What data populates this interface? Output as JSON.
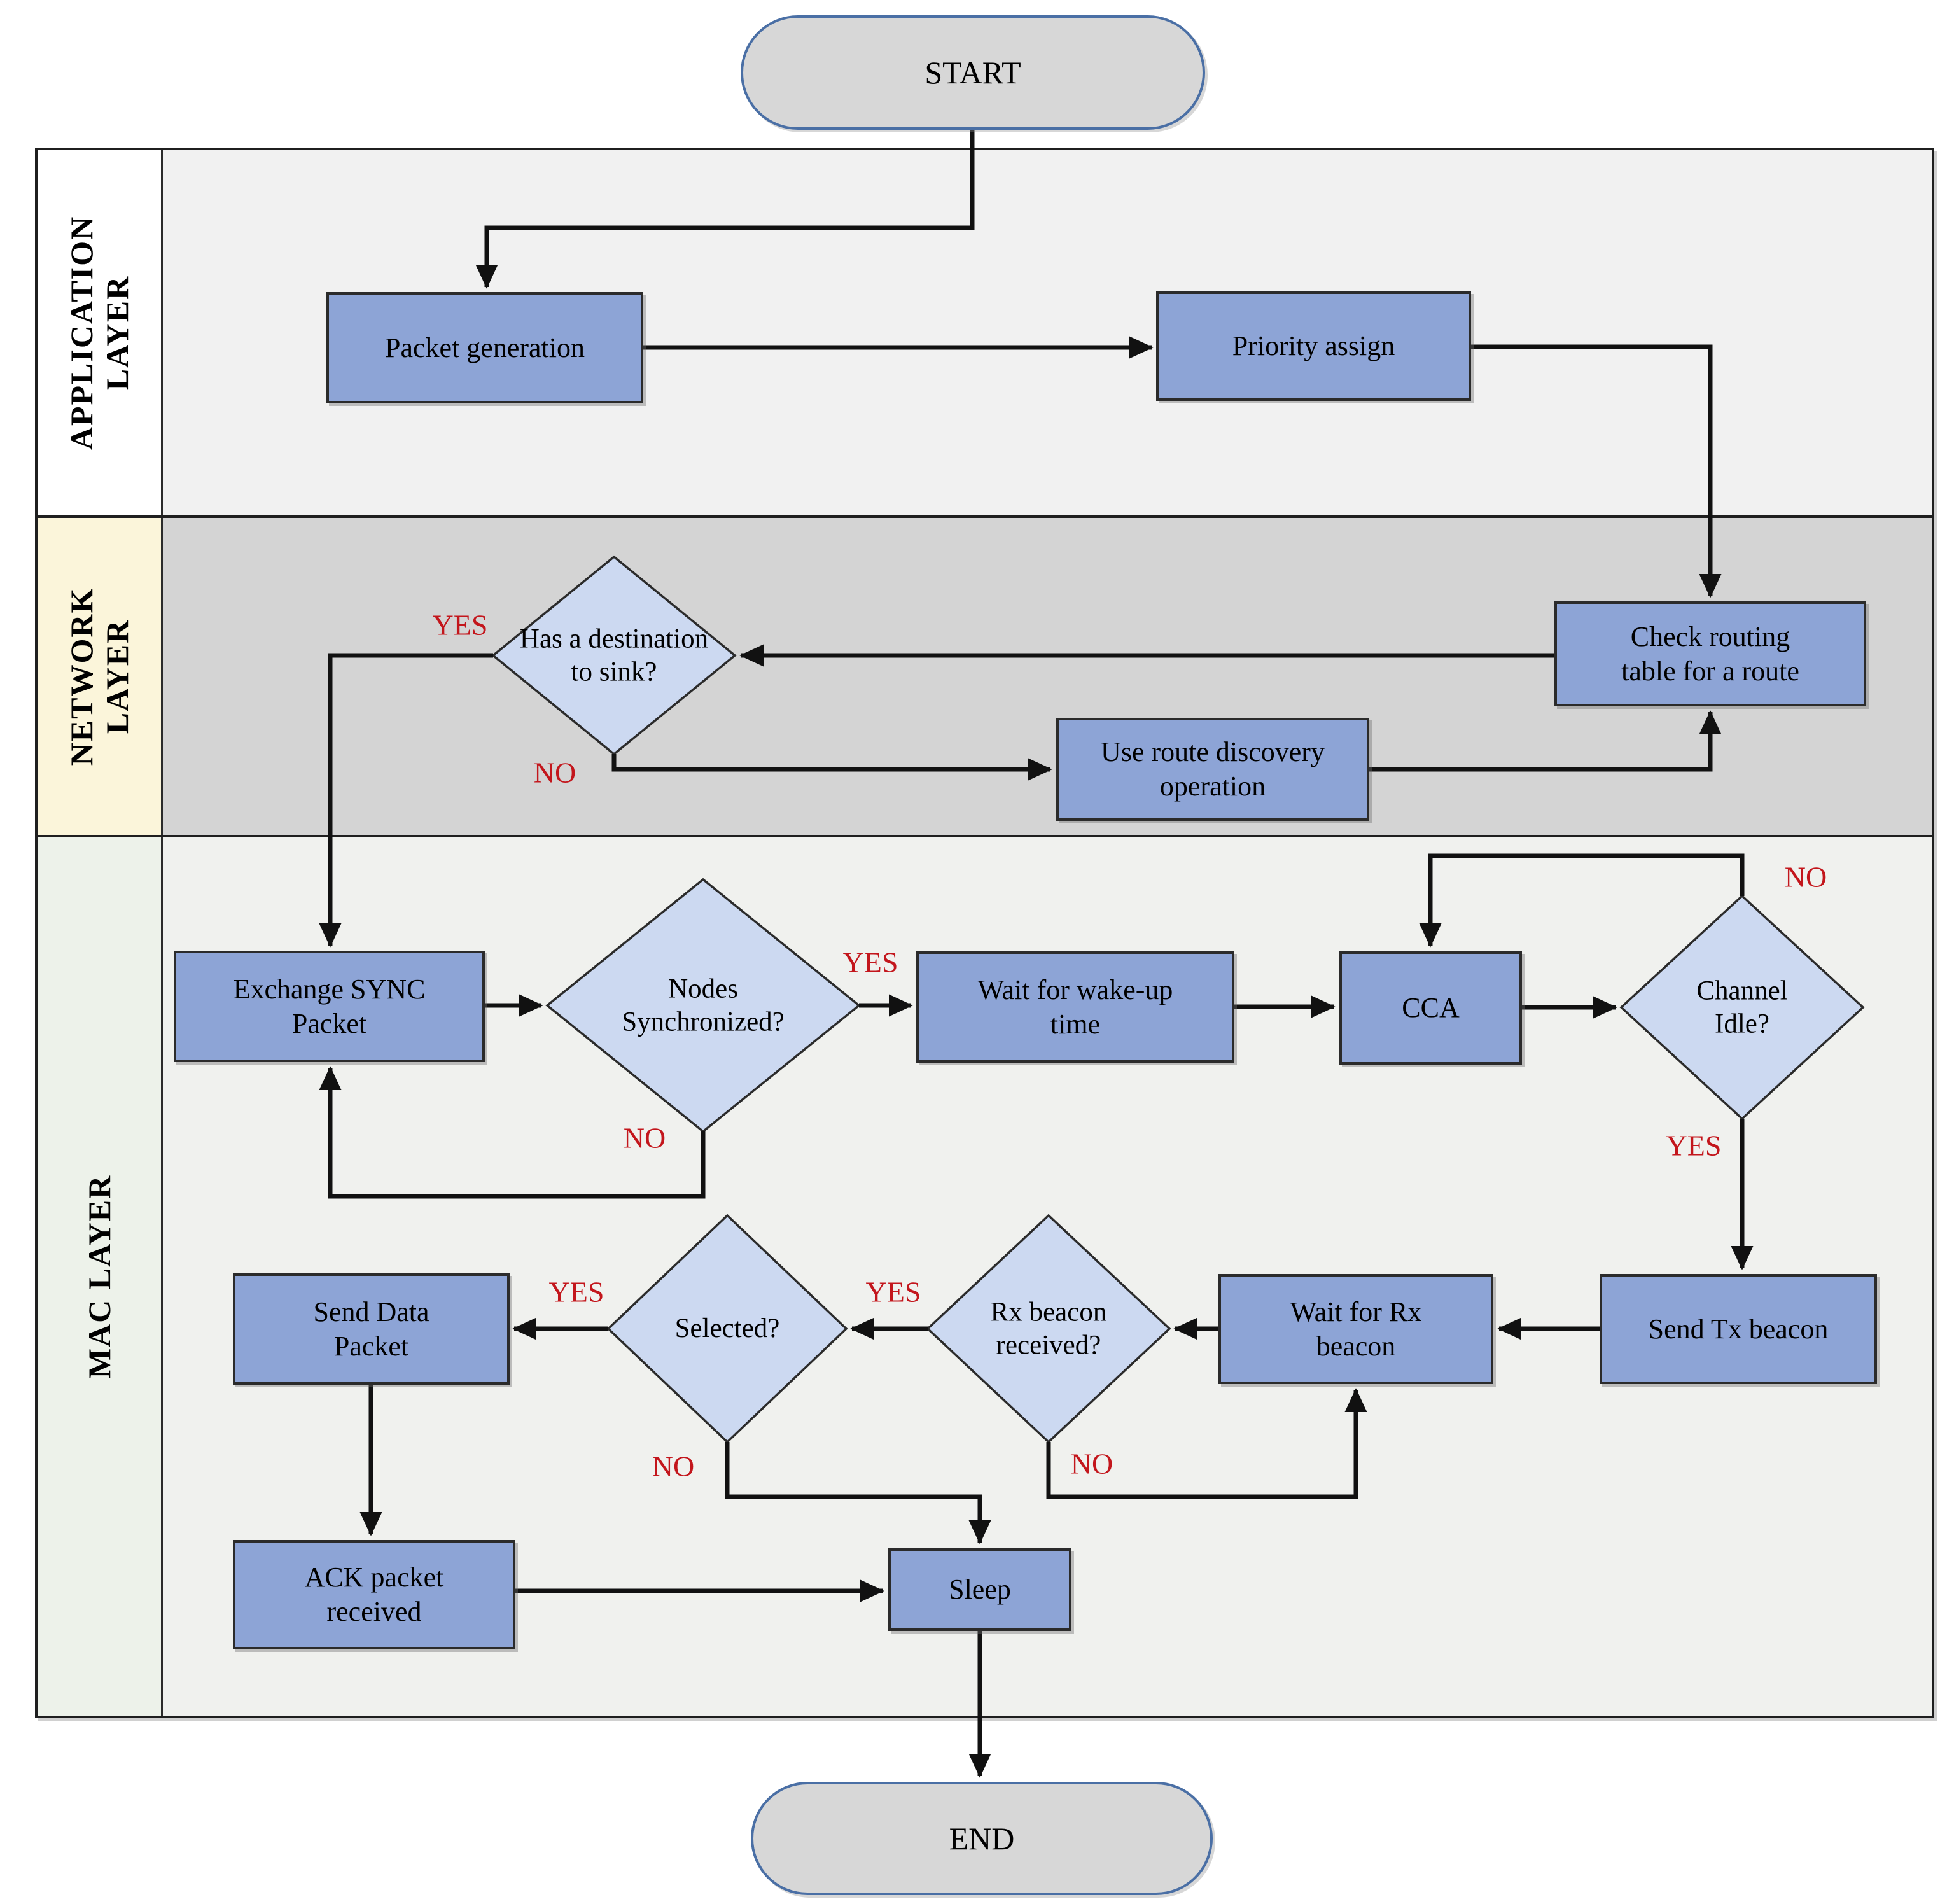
{
  "diagram_type": "flowchart",
  "colors": {
    "process_fill": "#8da4d6",
    "decision_fill": "#ccd9f1",
    "terminal_fill": "#d7d7d7",
    "terminal_border": "#4a6fa5",
    "arrow": "#111111",
    "branch_label": "#c3161c",
    "app_band_bg": "#f1f1f1",
    "net_band_bg": "#d4d4d4",
    "mac_band_bg": "#f0f1ee",
    "app_label_bg": "#ffffff",
    "net_label_bg": "#fbf5da",
    "mac_label_bg": "#edf2ea"
  },
  "terminals": {
    "start": "START",
    "end": "END"
  },
  "layers": [
    {
      "label": "APPLICATION\nLAYER"
    },
    {
      "label": "NETWORK\nLAYER"
    },
    {
      "label": "MAC LAYER"
    }
  ],
  "nodes": {
    "packet_generation": "Packet generation",
    "priority_assign": "Priority assign",
    "check_routing": "Check routing table for a route",
    "has_destination": "Has a destination to sink?",
    "use_route_discovery": "Use route discovery operation",
    "exchange_sync": "Exchange SYNC Packet",
    "nodes_synchronized": "Nodes Synchronized?",
    "wait_wakeup": "Wait for wake-up time",
    "cca": "CCA",
    "channel_idle": "Channel Idle?",
    "send_tx_beacon": "Send Tx beacon",
    "wait_rx_beacon": "Wait for Rx beacon",
    "rx_beacon_received": "Rx beacon received?",
    "selected": "Selected?",
    "send_data_packet": "Send Data Packet",
    "ack_packet_received": "ACK packet received",
    "sleep": "Sleep"
  },
  "labels": {
    "yes": "YES",
    "no": "NO"
  },
  "edges": [
    {
      "from": "start",
      "to": "packet_generation"
    },
    {
      "from": "packet_generation",
      "to": "priority_assign"
    },
    {
      "from": "priority_assign",
      "to": "check_routing"
    },
    {
      "from": "check_routing",
      "to": "has_destination"
    },
    {
      "from": "has_destination",
      "to": "exchange_sync",
      "label": "YES"
    },
    {
      "from": "has_destination",
      "to": "use_route_discovery",
      "label": "NO"
    },
    {
      "from": "use_route_discovery",
      "to": "check_routing"
    },
    {
      "from": "exchange_sync",
      "to": "nodes_synchronized"
    },
    {
      "from": "nodes_synchronized",
      "to": "wait_wakeup",
      "label": "YES"
    },
    {
      "from": "nodes_synchronized",
      "to": "exchange_sync",
      "label": "NO"
    },
    {
      "from": "wait_wakeup",
      "to": "cca"
    },
    {
      "from": "cca",
      "to": "channel_idle"
    },
    {
      "from": "channel_idle",
      "to": "cca",
      "label": "NO"
    },
    {
      "from": "channel_idle",
      "to": "send_tx_beacon",
      "label": "YES"
    },
    {
      "from": "send_tx_beacon",
      "to": "wait_rx_beacon"
    },
    {
      "from": "wait_rx_beacon",
      "to": "rx_beacon_received"
    },
    {
      "from": "rx_beacon_received",
      "to": "selected",
      "label": "YES"
    },
    {
      "from": "rx_beacon_received",
      "to": "wait_rx_beacon",
      "label": "NO"
    },
    {
      "from": "selected",
      "to": "send_data_packet",
      "label": "YES"
    },
    {
      "from": "selected",
      "to": "sleep",
      "label": "NO"
    },
    {
      "from": "send_data_packet",
      "to": "ack_packet_received"
    },
    {
      "from": "ack_packet_received",
      "to": "sleep"
    },
    {
      "from": "sleep",
      "to": "end"
    }
  ]
}
